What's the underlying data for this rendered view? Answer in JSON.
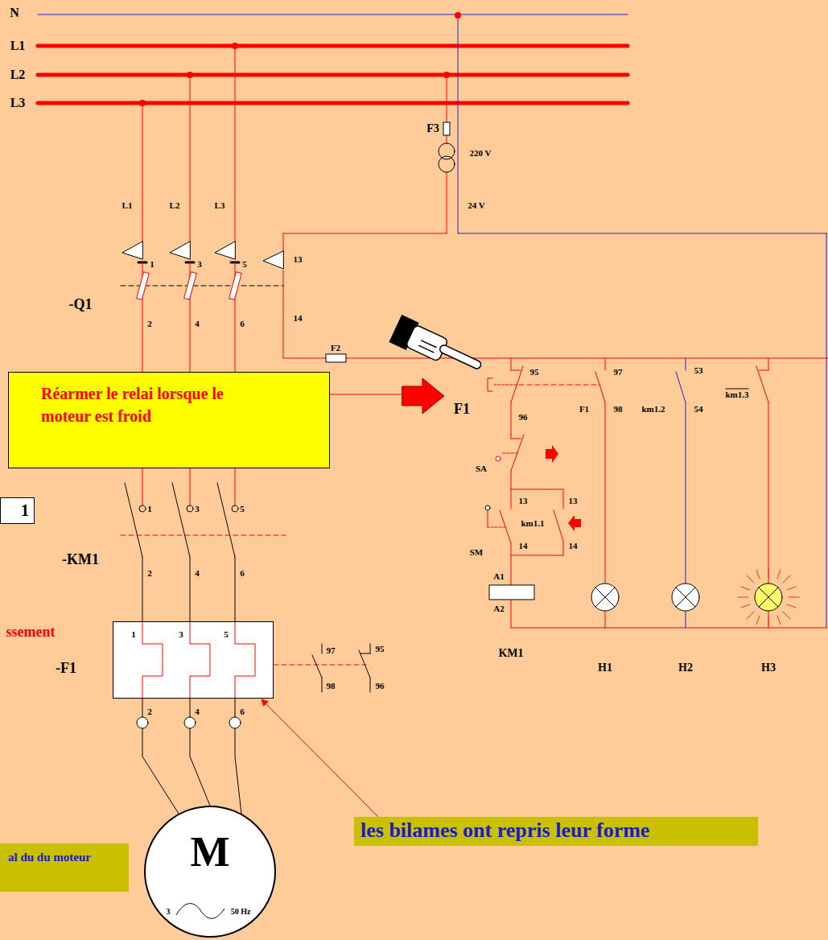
{
  "diagram": {
    "nodes": [
      {
        "text": [
          "Réarmer le relai lorsque le moteur est froid"
        ]
      },
      {
        "text": [
          "1"
        ]
      },
      {
        "text": [
          "-F1"
        ]
      },
      {
        "text": [
          "les bilames ont repris leur forme"
        ]
      },
      {
        "text": [
          "M",
          "3",
          "50 Hz"
        ]
      },
      {
        "text": [
          "al du du moteur"
        ]
      }
    ],
    "edges": [
      {
        "from": 3,
        "to": 2,
        "arrow": "to"
      },
      {
        "from": 2,
        "to": 4,
        "arrow": "none"
      }
    ],
    "labels": [
      "N",
      "L1",
      "L2",
      "L3",
      "F3",
      "220 V",
      "24 V",
      "L1",
      "L2",
      "L3",
      "1",
      "3",
      "5",
      "13",
      "-Q1",
      "2",
      "4",
      "6",
      "14",
      "F2",
      "95",
      "97",
      "53",
      "km1.3",
      "F1",
      "96",
      "F1",
      "98",
      "km1.2",
      "54",
      "SA",
      "13",
      "13",
      "km1.1",
      "SM",
      "14",
      "14",
      "A1",
      "A2",
      "KM1",
      "H1",
      "H2",
      "H3",
      "1",
      "3",
      "5",
      "-KM1",
      "2",
      "4",
      "6",
      "ssement",
      "1",
      "3",
      "5",
      "97",
      "95",
      "98",
      "96",
      "2",
      "4",
      "6"
    ]
  }
}
